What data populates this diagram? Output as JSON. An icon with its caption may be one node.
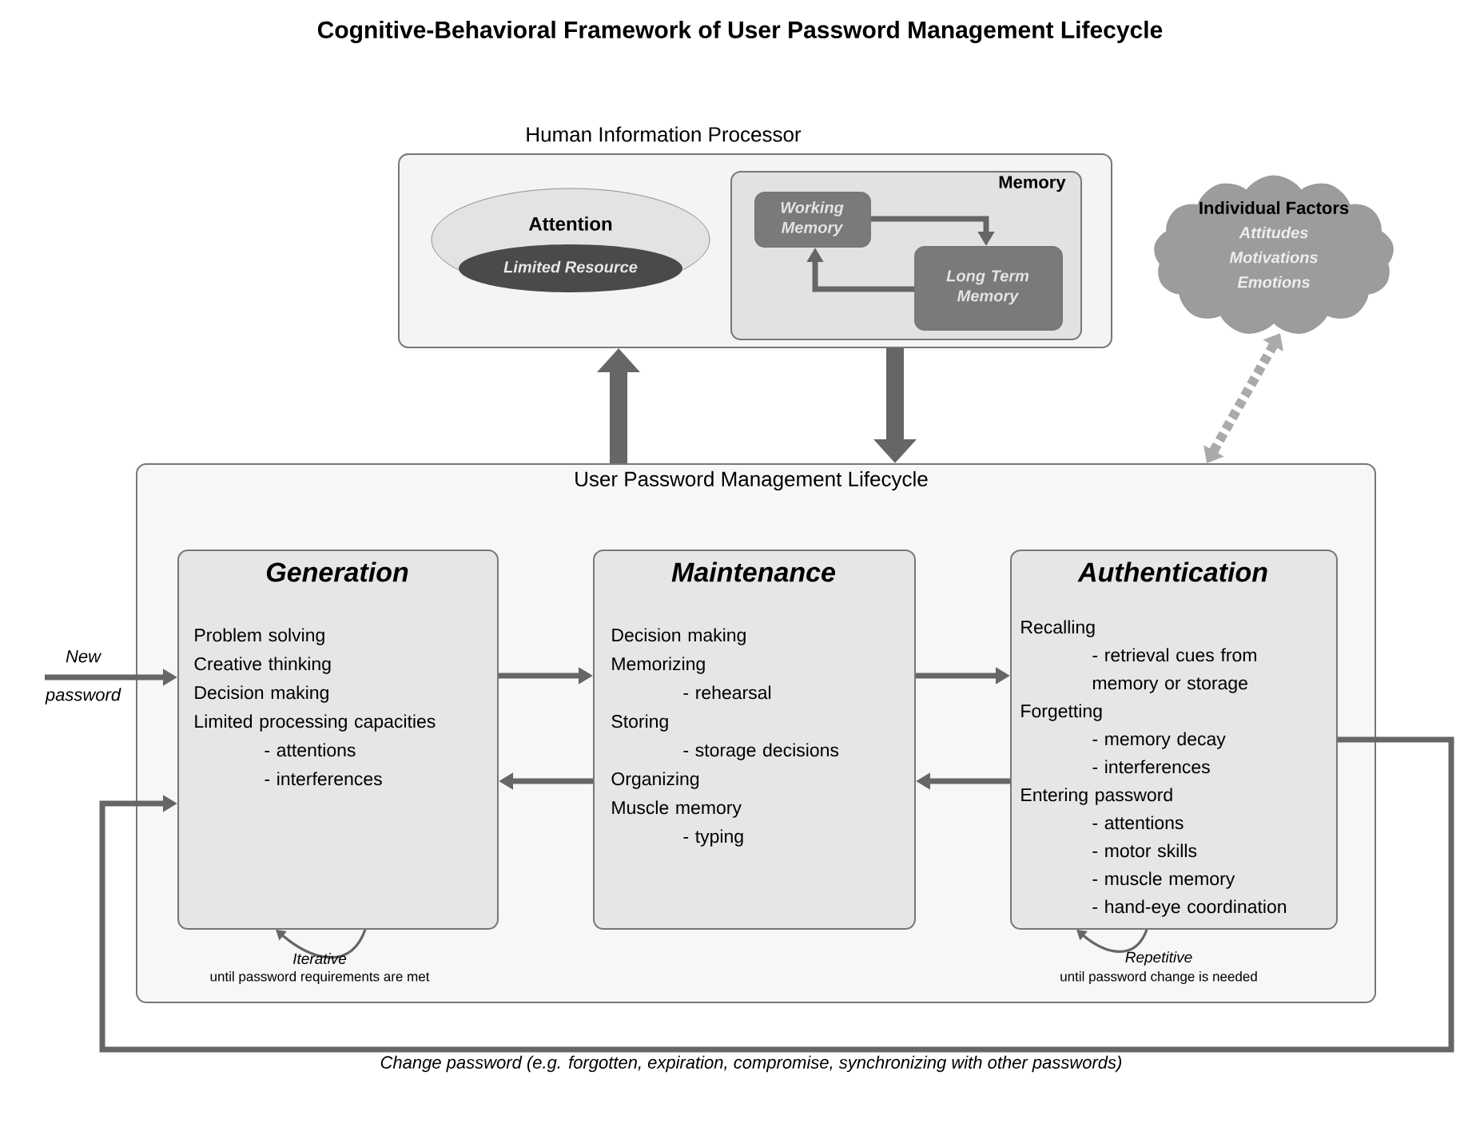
{
  "diagram": {
    "title": "Cognitive-Behavioral Framework of User Password Management Lifecycle",
    "nodes": [
      {
        "text": [
          "Human Information Processor"
        ]
      },
      {
        "text": [
          "Attention",
          "Limited Resource"
        ],
        "in": 0
      },
      {
        "text": [
          "Memory"
        ],
        "in": 0
      },
      {
        "text": [
          "Working Memory"
        ],
        "in": 2
      },
      {
        "text": [
          "Long Term Memory"
        ],
        "in": 2
      },
      {
        "text": [
          "Individual Factors",
          "Attitudes",
          "Motivations",
          "Emotions"
        ]
      },
      {
        "text": [
          "User Password Management Lifecycle"
        ]
      },
      {
        "text": [
          "Generation",
          "Problem solving",
          "Creative thinking",
          "Decision making",
          "Limited processing capacities",
          "- attentions",
          "- interferences"
        ],
        "in": 6
      },
      {
        "text": [
          "Maintenance",
          "Decision making",
          "Memorizing",
          "- rehearsal",
          "Storing",
          "- storage decisions",
          "Organizing",
          "Muscle memory",
          "- typing"
        ],
        "in": 6
      },
      {
        "text": [
          "Authentication",
          "Recalling",
          "- retrieval cues from memory or storage",
          "Forgetting",
          "- memory decay",
          "- interferences",
          "Entering password",
          "- attentions",
          "- motor skills",
          "- muscle memory",
          "- hand-eye coordination"
        ],
        "in": 6
      }
    ],
    "edges": [
      {
        "from": 6,
        "to": 0,
        "arrow": "to",
        "style": "thick"
      },
      {
        "from": 0,
        "to": 6,
        "arrow": "to",
        "style": "thick"
      },
      {
        "from": 3,
        "to": 4,
        "arrow": "to"
      },
      {
        "from": 4,
        "to": 3,
        "arrow": "to"
      },
      {
        "from": 6,
        "to": 5,
        "arrow": "both",
        "style": "dashed",
        "color": "#aaaaaa"
      },
      {
        "from": 7,
        "to": 8,
        "arrow": "to"
      },
      {
        "from": 8,
        "to": 7,
        "arrow": "to"
      },
      {
        "from": 8,
        "to": 9,
        "arrow": "to"
      },
      {
        "from": 9,
        "to": 8,
        "arrow": "to"
      },
      {
        "from": null,
        "to": 7,
        "arrow": "to",
        "label": "New password"
      },
      {
        "from": 9,
        "to": 7,
        "arrow": "to",
        "label": "Change password (e.g. forgotten, expiration, compromise, synchronizing with other passwords)"
      },
      {
        "from": 7,
        "to": 7,
        "arrow": "to",
        "label": "Iterative"
      },
      {
        "from": 9,
        "to": 9,
        "arrow": "to",
        "label": "Repetitive"
      }
    ],
    "labels": [
      "until password requirements are met",
      "until password change is needed"
    ]
  }
}
